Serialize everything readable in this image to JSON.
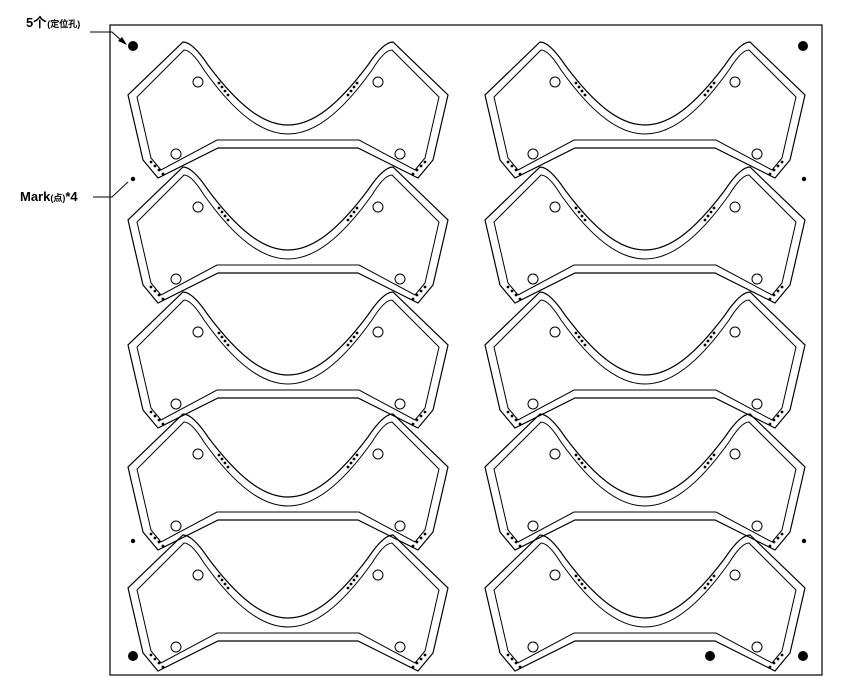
{
  "labels": {
    "locating_holes": {
      "main": "5个",
      "sub": "(定位孔)"
    },
    "fiducial_marks": {
      "main": "Mark",
      "sub": "(点)",
      "suffix": "*4"
    }
  },
  "layout_info": {
    "columns": 2,
    "rows": 5,
    "part_shape": "wing-arc flex circuit outline",
    "locating_hole_count": 5,
    "fiducial_mark_count": 4
  },
  "colors": {
    "line": "#000000",
    "background": "#ffffff"
  }
}
